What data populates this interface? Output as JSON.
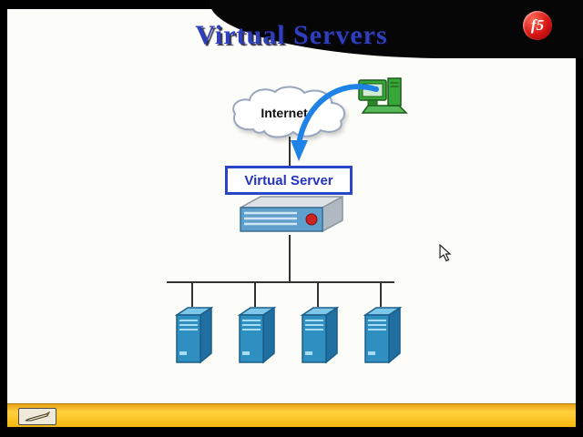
{
  "slide": {
    "title": "Virtual Servers"
  },
  "logo": {
    "text": "f5"
  },
  "diagram": {
    "internet_label": "Internet",
    "virtual_server_label": "Virtual Server",
    "server_count": 4
  },
  "colors": {
    "title_blue": "#2f3fbb",
    "box_border_blue": "#2a46c8",
    "arrow_blue": "#1e82e6",
    "f5_red": "#d61414",
    "server_blue": "#2e8fc0",
    "appliance_blue": "#5f9fcb",
    "taskbar_yellow": "#ffd23e",
    "background_black": "#000000",
    "slide_white": "#fcfcf8"
  }
}
